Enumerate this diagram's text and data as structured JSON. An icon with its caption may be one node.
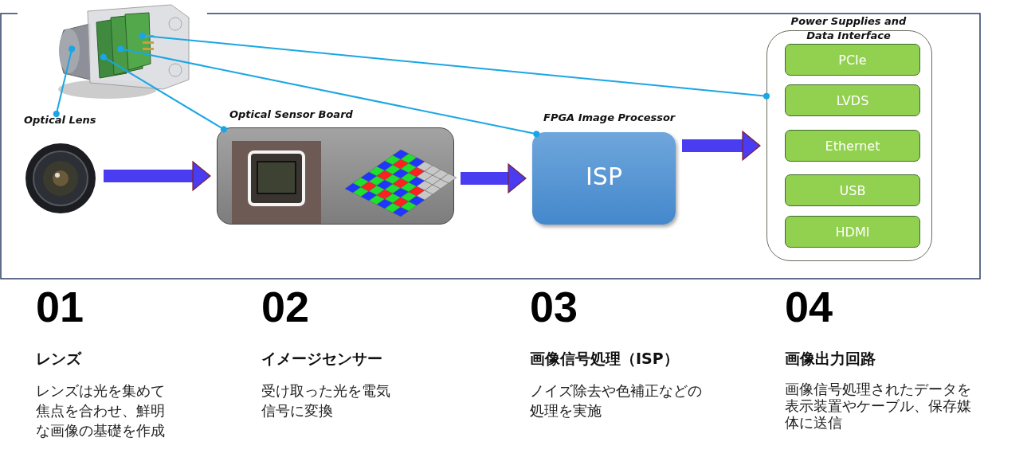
{
  "diagram": {
    "nodes": [
      {
        "text": [],
        "shape": "picture"
      },
      {
        "text": [
          "Optical Lens"
        ]
      },
      {
        "text": [],
        "shape": "picture"
      },
      {
        "text": [
          "Optical Sensor Board"
        ]
      },
      {
        "text": [
          "FPGA Image Processor",
          "ISP"
        ]
      },
      {
        "text": [
          "Power Supplies and Data Interface"
        ]
      },
      {
        "text": [
          "PCIe"
        ],
        "in": 5
      },
      {
        "text": [
          "LVDS"
        ],
        "in": 5
      },
      {
        "text": [
          "Ethernet"
        ],
        "in": 5
      },
      {
        "text": [
          "USB"
        ],
        "in": 5
      },
      {
        "text": [
          "HDMI"
        ],
        "in": 5
      }
    ],
    "edges": [
      {
        "from": 2,
        "to": 3,
        "arrow": "to",
        "style": "thick",
        "color": "#4a3cf0"
      },
      {
        "from": 3,
        "to": 4,
        "arrow": "to",
        "style": "thick",
        "color": "#4a3cf0"
      },
      {
        "from": 4,
        "to": 5,
        "arrow": "to",
        "style": "thick",
        "color": "#4a3cf0"
      },
      {
        "from": 1,
        "to": 0,
        "arrow": "other"
      },
      {
        "from": 0,
        "to": 3,
        "arrow": "other"
      },
      {
        "from": 0,
        "to": 4,
        "arrow": "other"
      },
      {
        "from": 0,
        "to": 5,
        "arrow": "other"
      }
    ],
    "labels": [
      "01",
      "レンズ",
      "レンズは光を集めて焦点を合わせ、鮮明な画像の基礎を作成",
      "02",
      "イメージセンサー",
      "受け取った光を電気信号に変換",
      "03",
      "画像信号処理（ISP）",
      "ノイズ除去や色補正などの処理を実施",
      "04",
      "画像出力回路",
      "画像信号処理されたデータを表示装置やケーブル、保存媒体に送信"
    ]
  }
}
